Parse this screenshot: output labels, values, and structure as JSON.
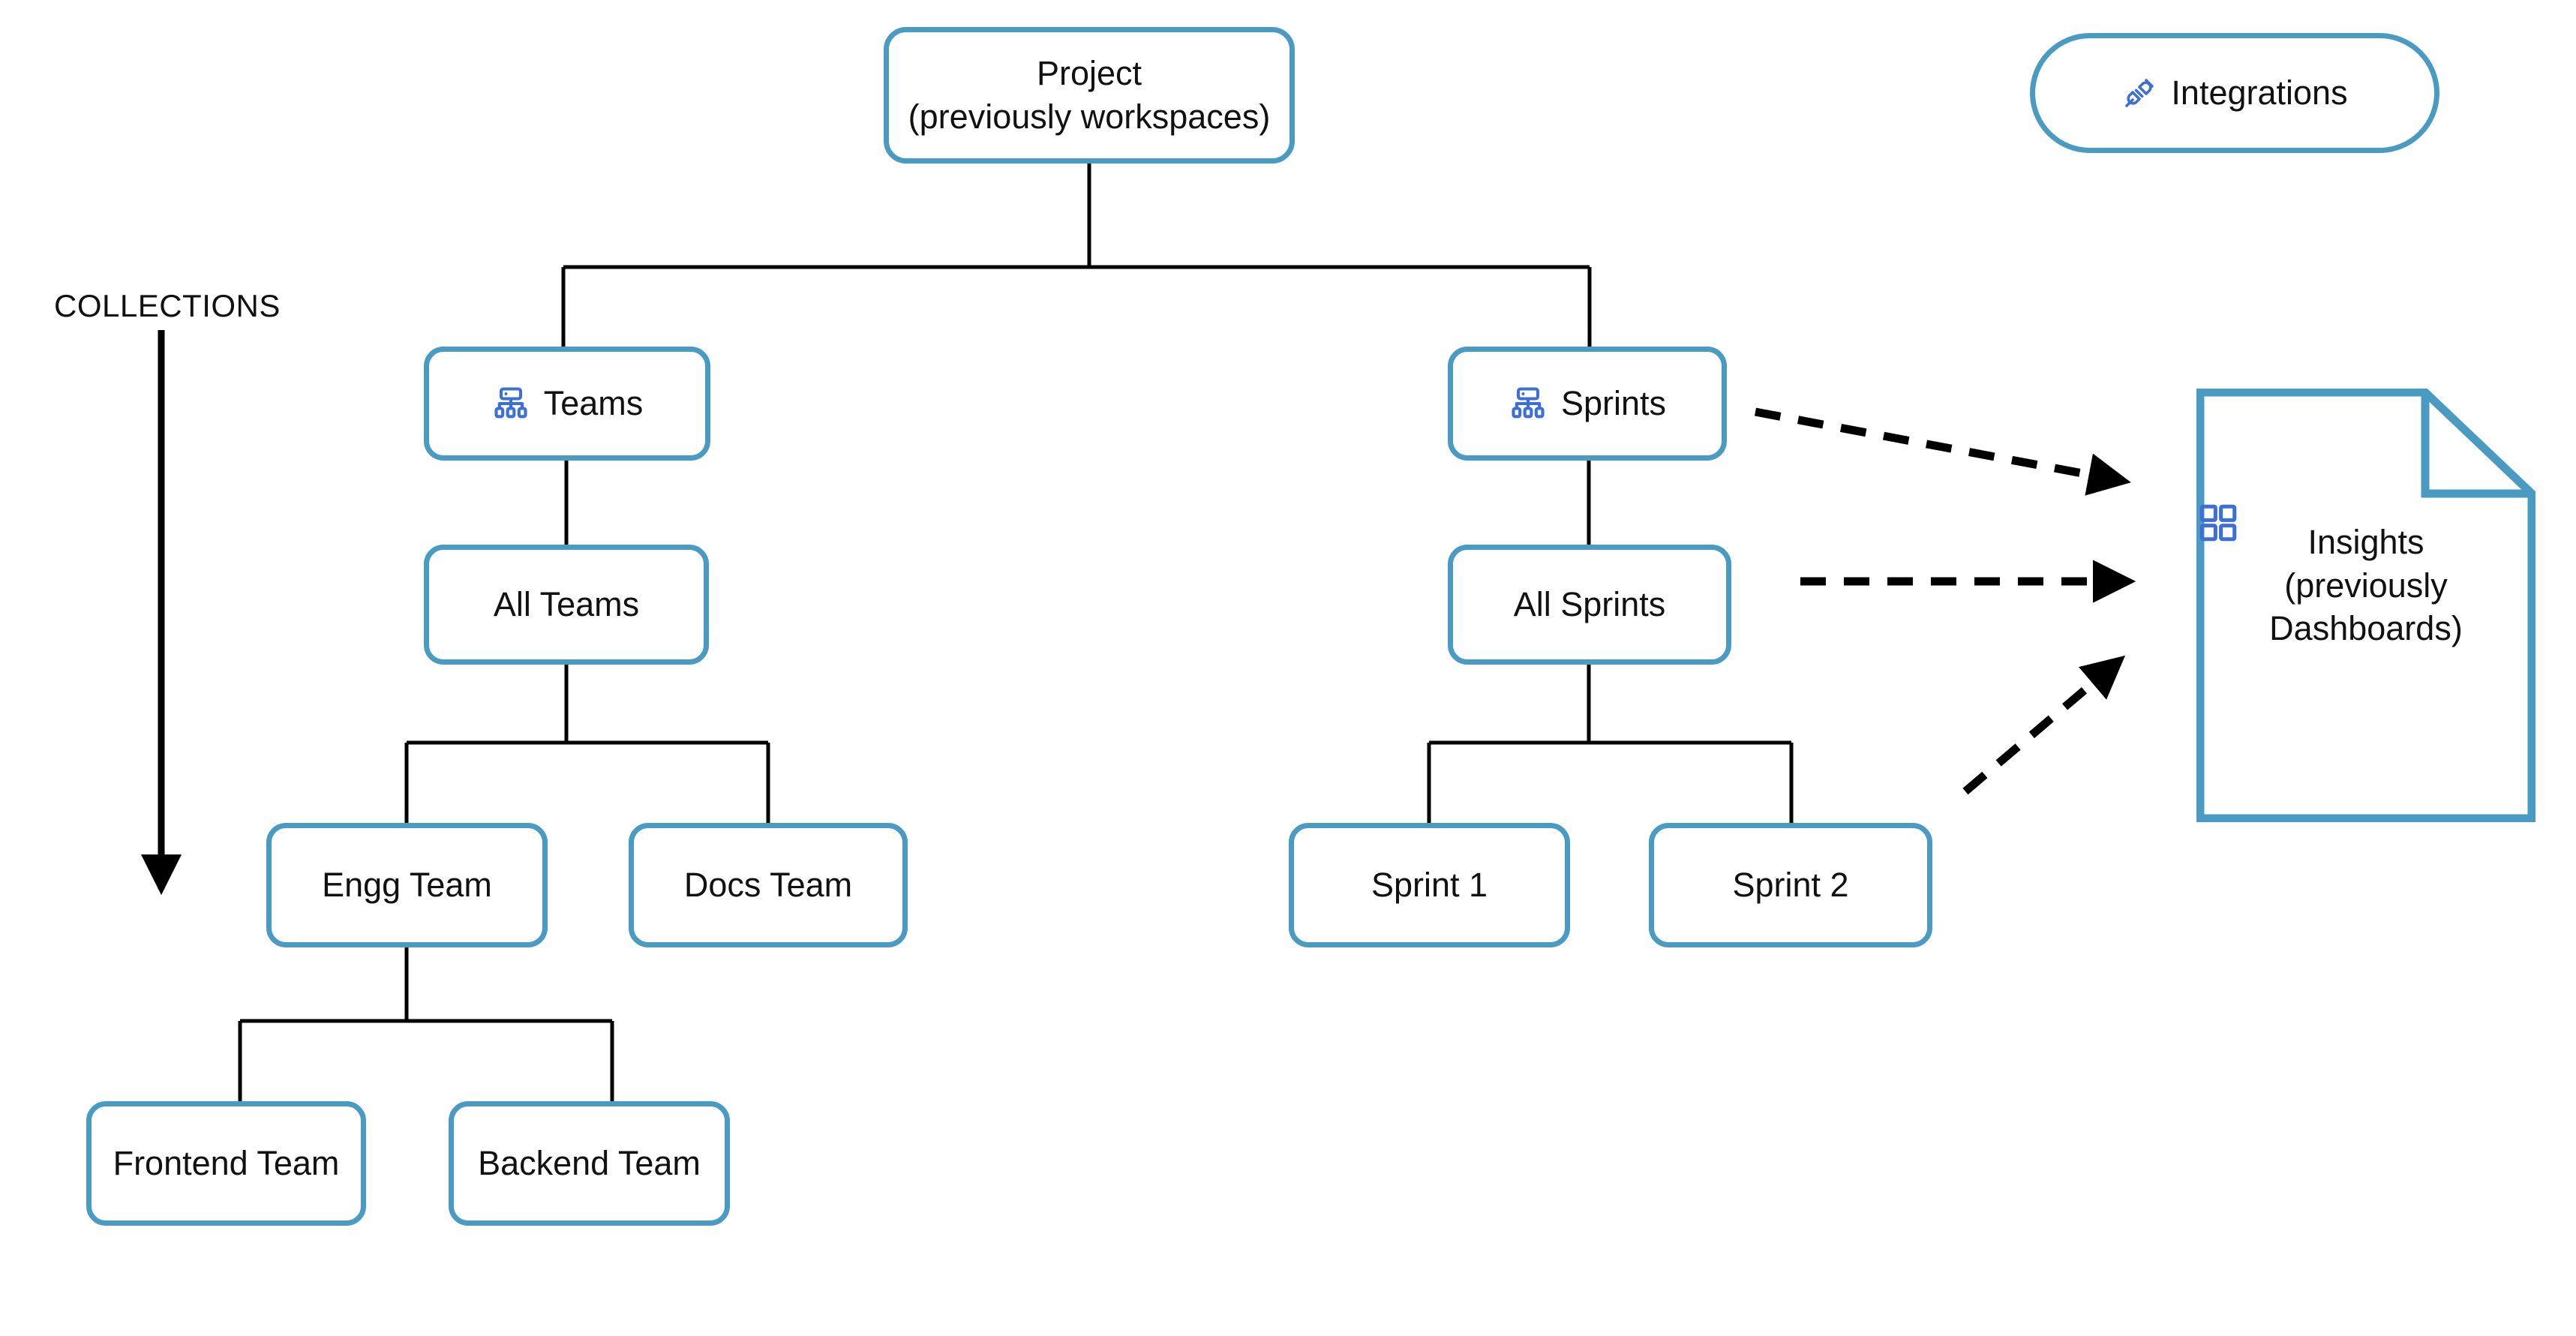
{
  "diagram": {
    "axis_label": "COLLECTIONS",
    "accent_color": "#4A9BC4",
    "icon_color": "#3D6FD6",
    "edge_color": "#000000",
    "background": "#ffffff"
  },
  "nodes": {
    "project": {
      "label": "Project\n(previously workspaces)",
      "icon": null
    },
    "teams": {
      "label": "Teams",
      "icon": "hierarchy-icon"
    },
    "sprints": {
      "label": "Sprints",
      "icon": "hierarchy-icon"
    },
    "all_teams": {
      "label": "All Teams",
      "icon": null
    },
    "all_sprints": {
      "label": "All Sprints",
      "icon": null
    },
    "engg_team": {
      "label": "Engg Team",
      "icon": null
    },
    "docs_team": {
      "label": "Docs Team",
      "icon": null
    },
    "sprint_1": {
      "label": "Sprint 1",
      "icon": null
    },
    "sprint_2": {
      "label": "Sprint 2",
      "icon": null
    },
    "frontend_team": {
      "label": "Frontend Team",
      "icon": null
    },
    "backend_team": {
      "label": "Backend Team",
      "icon": null
    },
    "integrations": {
      "label": "Integrations",
      "icon": "plug-icon"
    },
    "insights": {
      "label": "Insights\n(previously\nDashboards)",
      "icon": "grid-dashboard-icon"
    }
  }
}
